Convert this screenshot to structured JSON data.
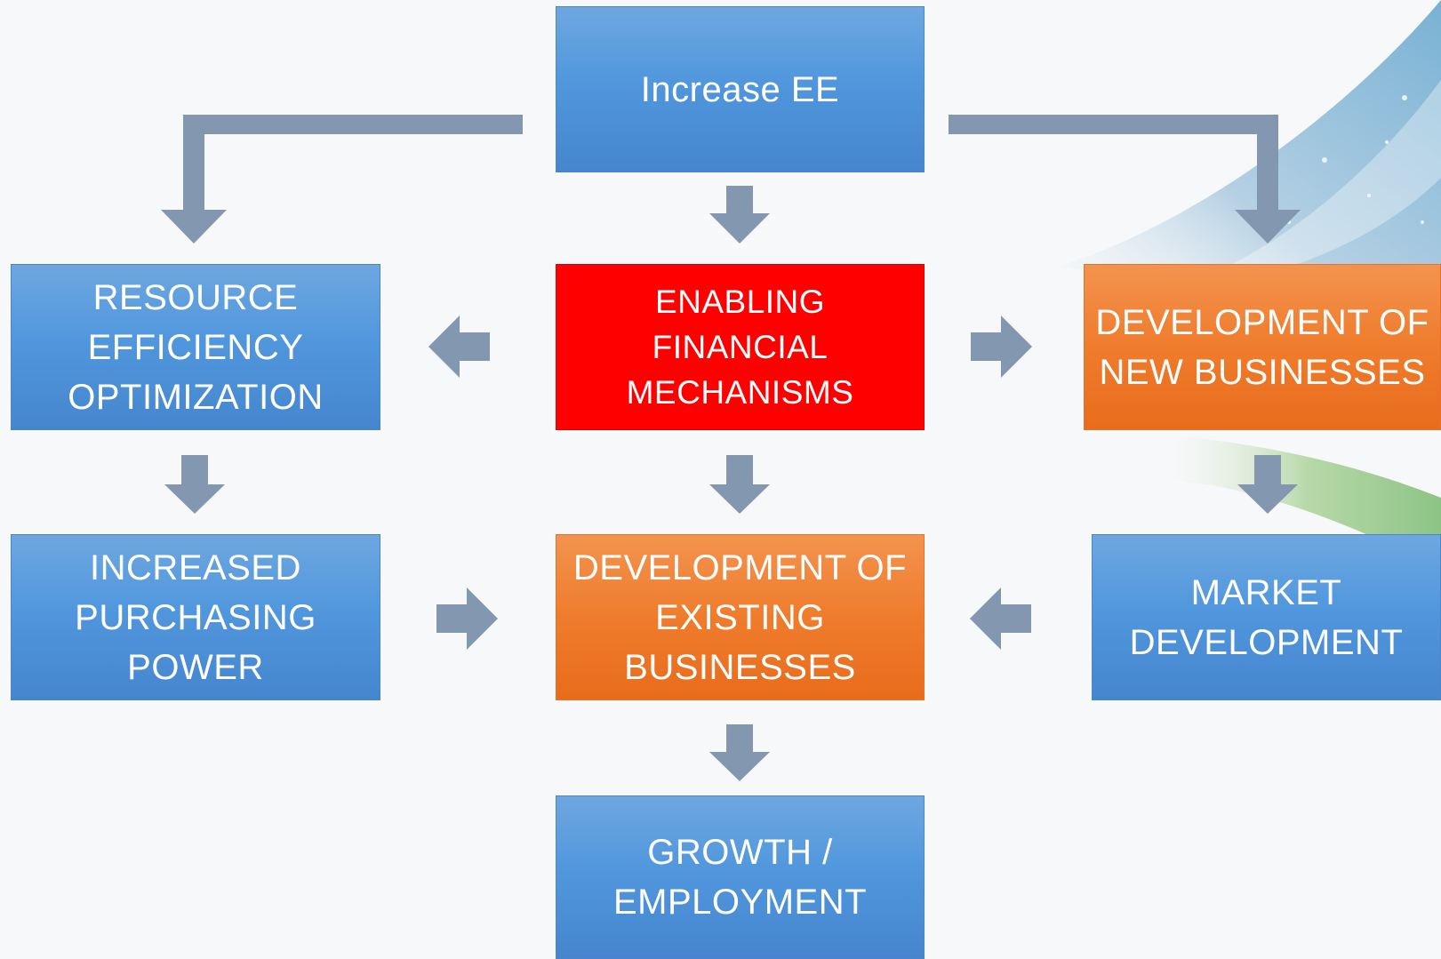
{
  "diagram": {
    "nodes": {
      "increase_ee": {
        "lines": [
          "Increase EE"
        ],
        "color": "#5197dd"
      },
      "enabling": {
        "lines": [
          "ENABLING",
          "FINANCIAL",
          "MECHANISMS"
        ],
        "color": "#ff0000"
      },
      "resource": {
        "lines": [
          "RESOURCE",
          "EFFICIENCY",
          "OPTIMIZATION"
        ],
        "color": "#5197dd"
      },
      "new_business": {
        "lines": [
          "DEVELOPMENT OF",
          "NEW BUSINESSES"
        ],
        "color": "#ef7c2c"
      },
      "increased": {
        "lines": [
          "INCREASED",
          "PURCHASING",
          "POWER"
        ],
        "color": "#5197dd"
      },
      "existing": {
        "lines": [
          "DEVELOPMENT OF",
          "EXISTING",
          "BUSINESSES"
        ],
        "color": "#ef7c2c"
      },
      "market": {
        "lines": [
          "MARKET",
          "DEVELOPMENT"
        ],
        "color": "#5197dd"
      },
      "growth": {
        "lines": [
          "GROWTH /",
          "EMPLOYMENT"
        ],
        "color": "#5197dd"
      }
    },
    "edges": [
      {
        "from": "increase_ee",
        "to": "resource"
      },
      {
        "from": "increase_ee",
        "to": "enabling"
      },
      {
        "from": "increase_ee",
        "to": "new_business"
      },
      {
        "from": "enabling",
        "to": "resource"
      },
      {
        "from": "enabling",
        "to": "new_business"
      },
      {
        "from": "enabling",
        "to": "existing"
      },
      {
        "from": "resource",
        "to": "increased"
      },
      {
        "from": "new_business",
        "to": "market"
      },
      {
        "from": "increased",
        "to": "existing"
      },
      {
        "from": "market",
        "to": "existing"
      },
      {
        "from": "existing",
        "to": "growth"
      }
    ],
    "arrow_color": "#8497b0"
  }
}
